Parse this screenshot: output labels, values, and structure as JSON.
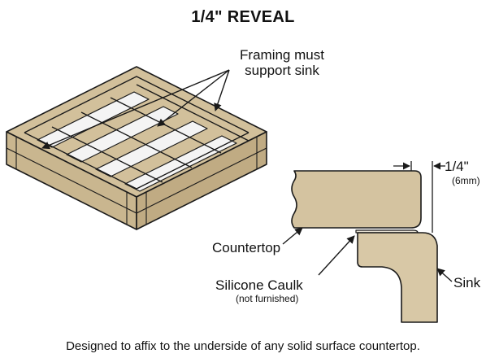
{
  "title": "1/4\" REVEAL",
  "labels": {
    "framing": "Framing must support sink",
    "reveal": "1/4\"",
    "reveal_metric": "(6mm)",
    "countertop": "Countertop",
    "caulk": "Silicone Caulk",
    "caulk_note": "(not furnished)",
    "sink": "Sink"
  },
  "caption": "Designed to affix to the underside of any solid surface countertop.",
  "colors": {
    "wood": "#d2c09b",
    "wood_side": "#c0ab83",
    "wood_top": "#dcccaa",
    "line": "#1a1a1a",
    "slot": "#f4f4f4",
    "countertop": "#d4c3a0"
  }
}
